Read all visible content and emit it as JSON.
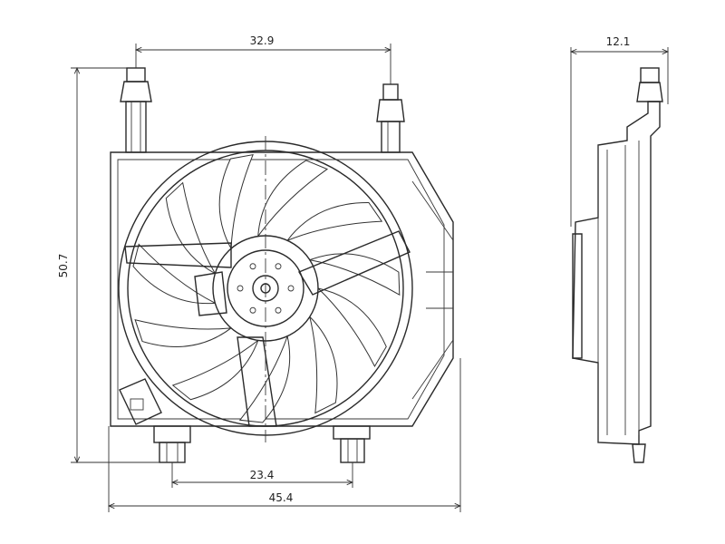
{
  "dimensions": {
    "top_mount_spacing": "32.9",
    "side_depth": "12.1",
    "overall_height": "50.7",
    "bottom_mount_spacing": "23.4",
    "overall_width": "45.4"
  }
}
